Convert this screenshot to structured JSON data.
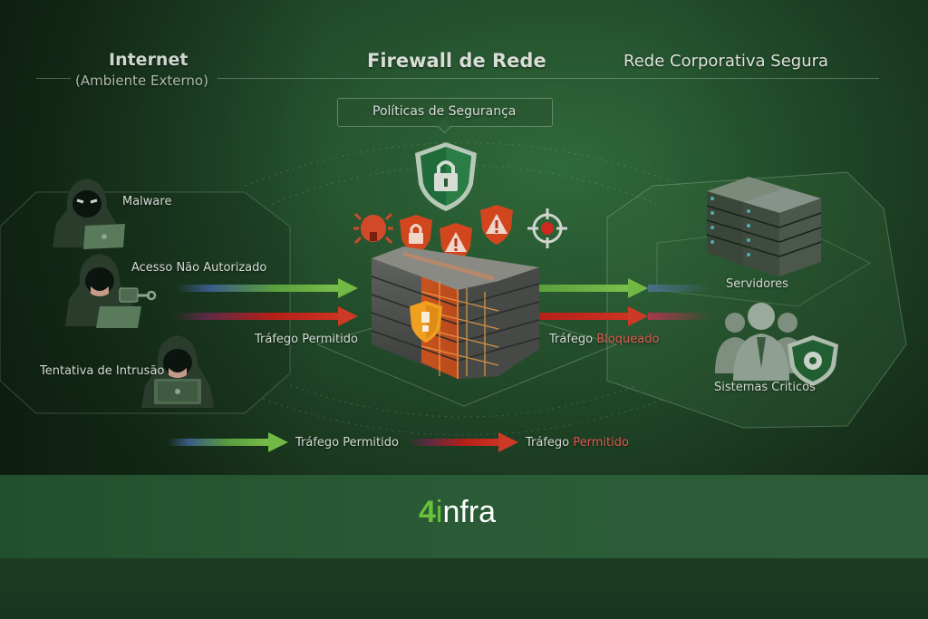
{
  "header": {
    "left_title": "Internet",
    "left_subtitle": "(Ambiente Externo)",
    "center_title": "Firewall de Rede",
    "right_title": "Rede Corporativa Segura"
  },
  "policies_box": {
    "label": "Políticas de Segurança",
    "icon": "shield-lock-icon"
  },
  "threats": [
    {
      "label": "Malware",
      "icon": "hooded-hacker-laptop-icon"
    },
    {
      "label": "Acesso Não Autorizado",
      "icon": "hooded-hacker-padlock-key-icon"
    },
    {
      "label": "Tentativa de Intrusão",
      "icon": "hooded-hacker-laptop-icon"
    }
  ],
  "threat_badges": [
    {
      "icon": "bug-icon"
    },
    {
      "icon": "lock-shield-icon"
    },
    {
      "icon": "warning-shield-icon"
    },
    {
      "icon": "warning-shield-icon"
    },
    {
      "icon": "target-crosshair-icon"
    }
  ],
  "firewall": {
    "icon": "brick-wall-icon",
    "badge_icon": "alert-shield-icon"
  },
  "flows": {
    "left_label": "Tráfego Permitido",
    "right_label_prefix": "Tráfego ",
    "right_label_highlight": "Bloqueado"
  },
  "assets": [
    {
      "label": "Servidores",
      "icon": "server-racks-icon"
    },
    {
      "label": "Sistemas Criticos",
      "icon": "people-gear-shield-icon"
    }
  ],
  "legend": {
    "allowed_label": "Tráfego Permitido",
    "blocked_prefix": "Tráfego ",
    "blocked_highlight": "Permitido"
  },
  "brand": {
    "four": "4",
    "i": "i",
    "rest": "nfra"
  },
  "colors": {
    "background": "#244f2c",
    "allowed": "#72b845",
    "blocked": "#cc3a26",
    "firewall": "#d4541e",
    "brand_green": "#67c23a"
  }
}
